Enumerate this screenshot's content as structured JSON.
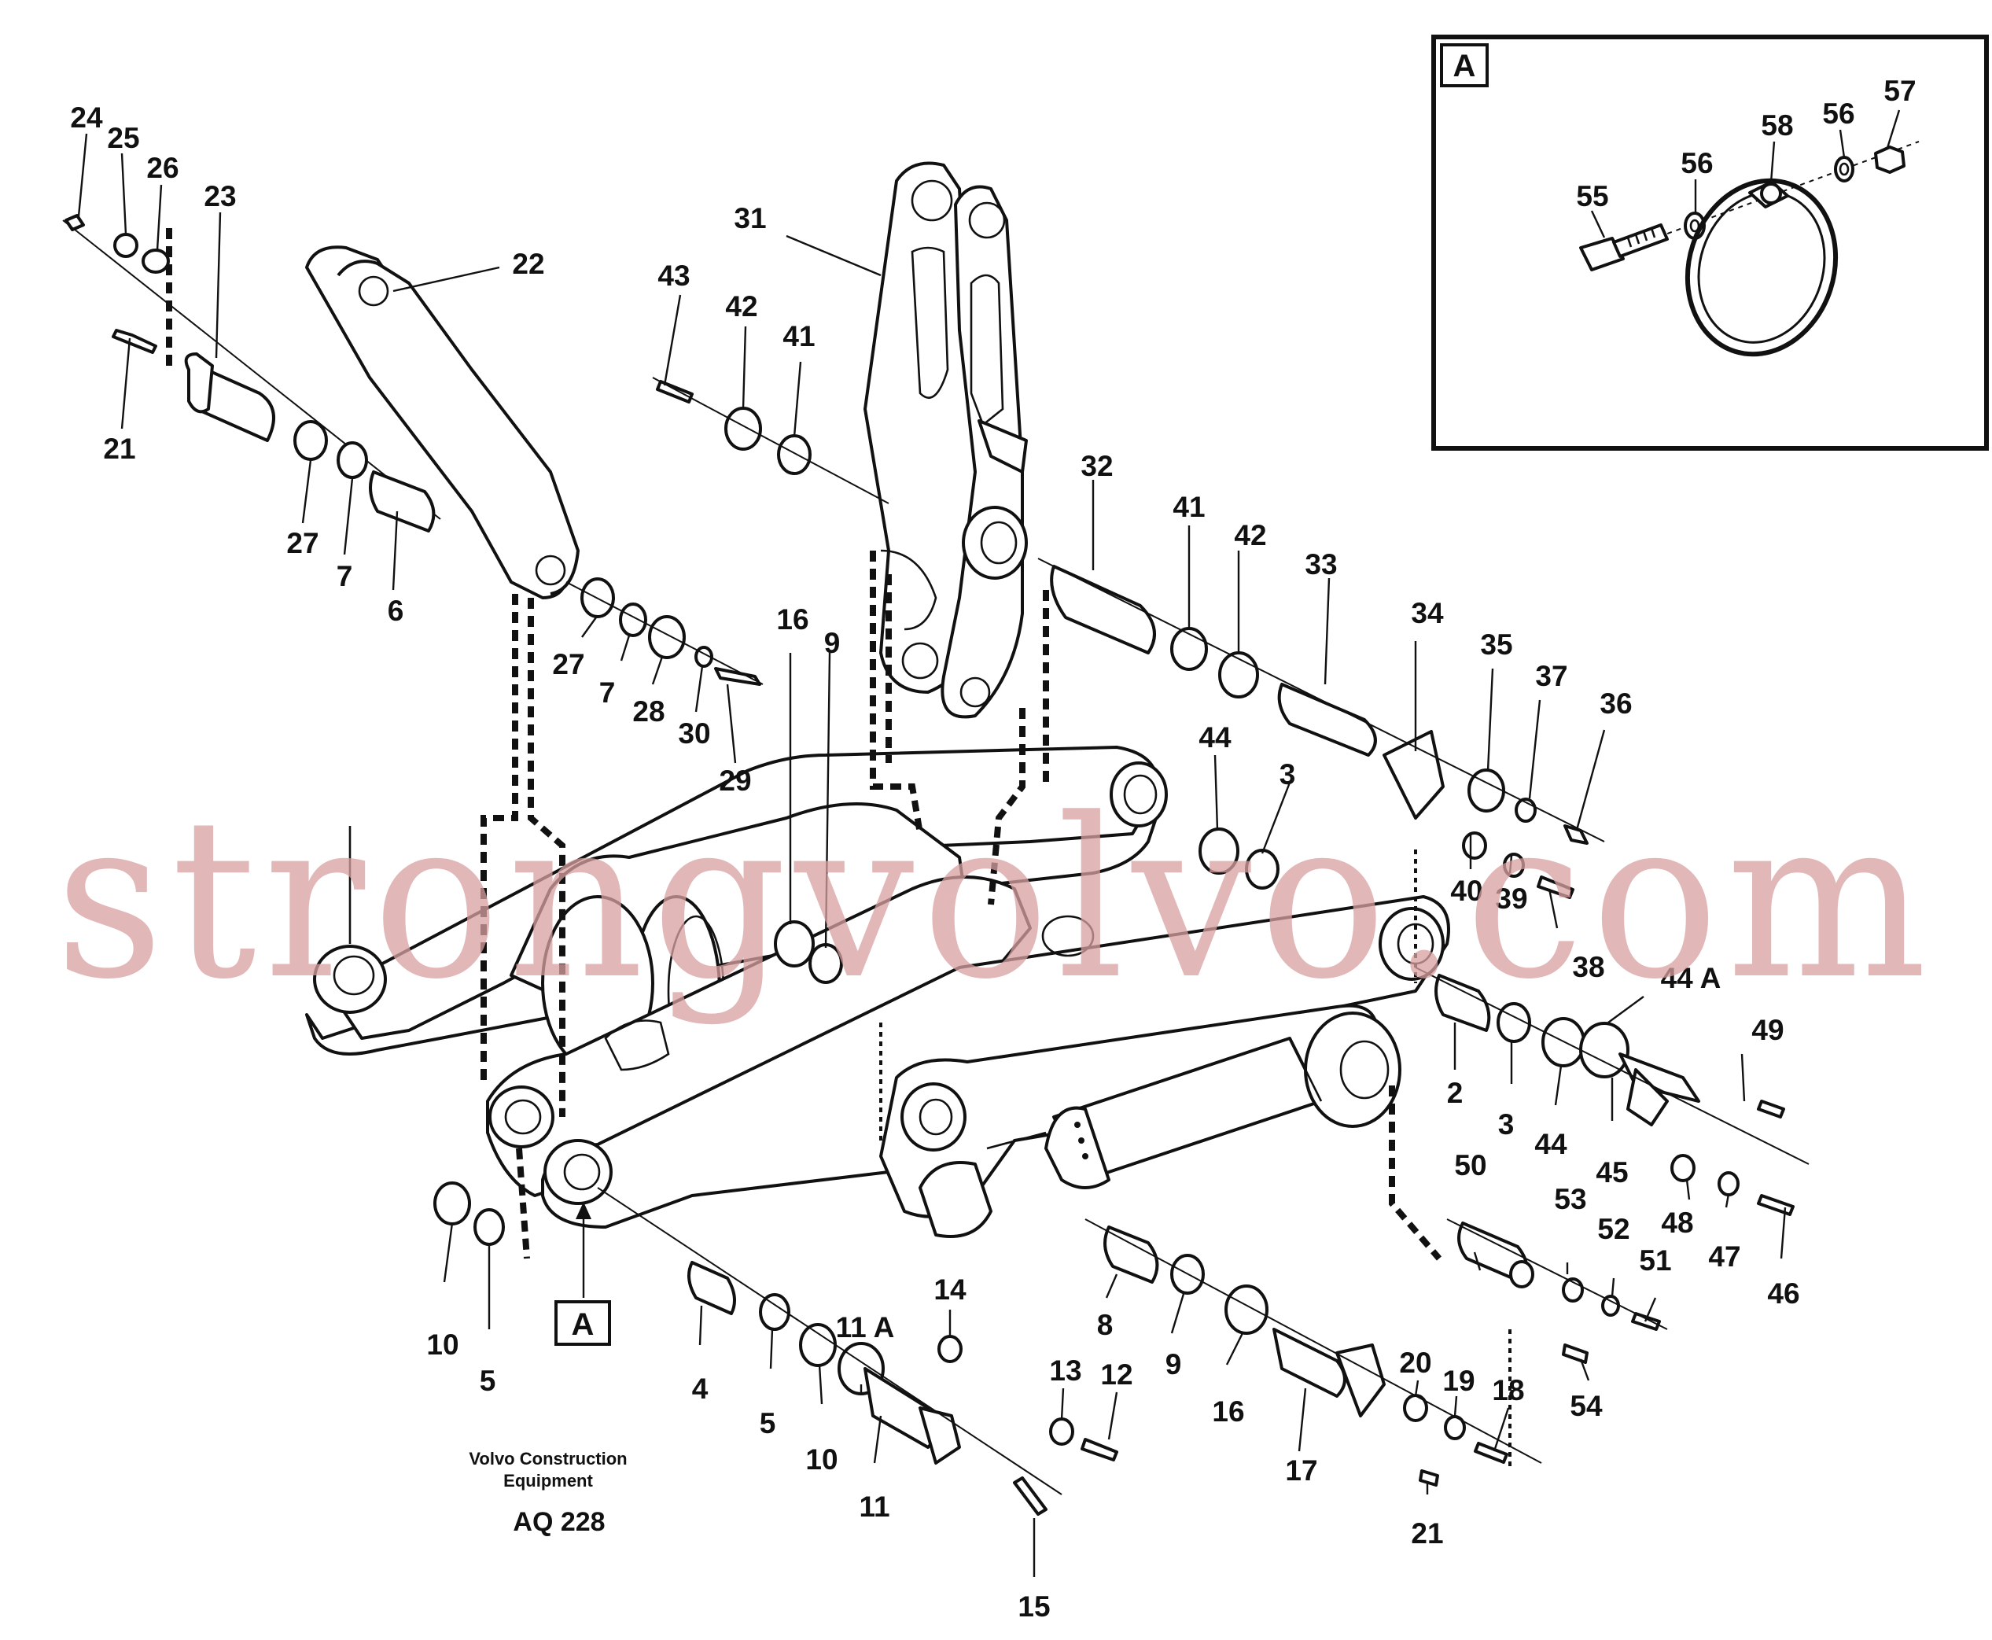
{
  "callouts": {
    "c1": "24",
    "c2": "25",
    "c3": "26",
    "c4": "23",
    "c5": "21",
    "c6": "27",
    "c7": "7",
    "c8": "6",
    "c9": "22",
    "c10": "27",
    "c11": "7",
    "c12": "28",
    "c13": "30",
    "c14": "29",
    "c15": "43",
    "c16": "42",
    "c17": "41",
    "c18": "31",
    "c19": "32",
    "c20": "41",
    "c21": "42",
    "c22": "33",
    "c23": "34",
    "c24": "35",
    "c25": "37",
    "c26": "36",
    "c27": "16",
    "c28": "9",
    "c29": "44",
    "c30": "3",
    "c31": "40",
    "c32": "39",
    "c33": "38",
    "c34": "2",
    "c35": "3",
    "c36": "44",
    "c37": "44 A",
    "c38": "45",
    "c39": "49",
    "c40": "48",
    "c41": "47",
    "c42": "46",
    "c43": "50",
    "c44": "53",
    "c45": "52",
    "c46": "51",
    "c47": "54",
    "c48": "10",
    "c49": "5",
    "c50": "4",
    "c51": "5",
    "c52": "10",
    "c53": "11 A",
    "c54": "11",
    "c55": "14",
    "c56": "13",
    "c57": "12",
    "c58": "15",
    "c59": "8",
    "c60": "9",
    "c61": "16",
    "c62": "17",
    "c63": "20",
    "c64": "19",
    "c65": "18",
    "c66": "21",
    "c67": "55",
    "c68": "56",
    "c69": "58",
    "c70": "56",
    "c71": "57"
  },
  "detail_box": {
    "label": "A"
  },
  "section_marker": {
    "label": "A"
  },
  "footer": {
    "line1": "Volvo Construction",
    "line2": "Equipment",
    "code": "AQ 228"
  },
  "watermark": "strongvolvo.com"
}
